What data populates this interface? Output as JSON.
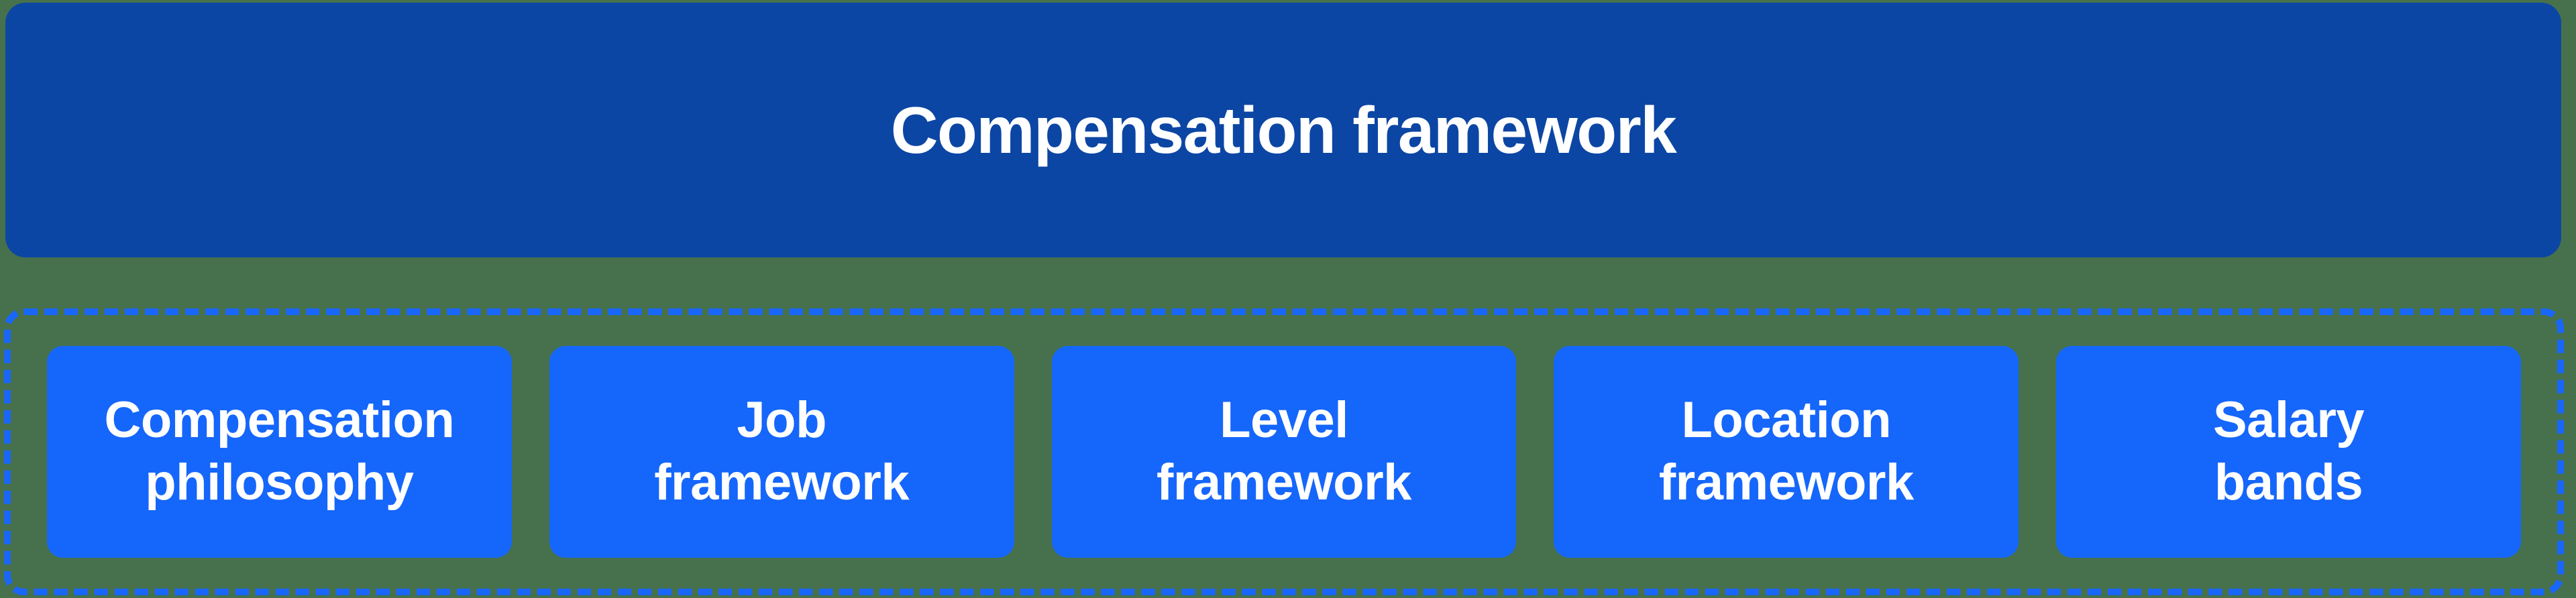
{
  "theme": {
    "page-bg": "#47714C",
    "header-bg": "#0C46A4",
    "box-bg": "#1566FB",
    "dash-color": "#1866FA",
    "text-color": "#FFFFFF"
  },
  "header": {
    "title": "Compensation framework"
  },
  "components": {
    "items": [
      {
        "label": "Compensation philosophy",
        "line1": "Compensation",
        "line2": "philosophy"
      },
      {
        "label": "Job framework",
        "line1": "Job",
        "line2": "framework"
      },
      {
        "label": "Level framework",
        "line1": "Level",
        "line2": "framework"
      },
      {
        "label": "Location framework",
        "line1": "Location",
        "line2": "framework"
      },
      {
        "label": "Salary bands",
        "line1": "Salary",
        "line2": "bands"
      }
    ]
  }
}
